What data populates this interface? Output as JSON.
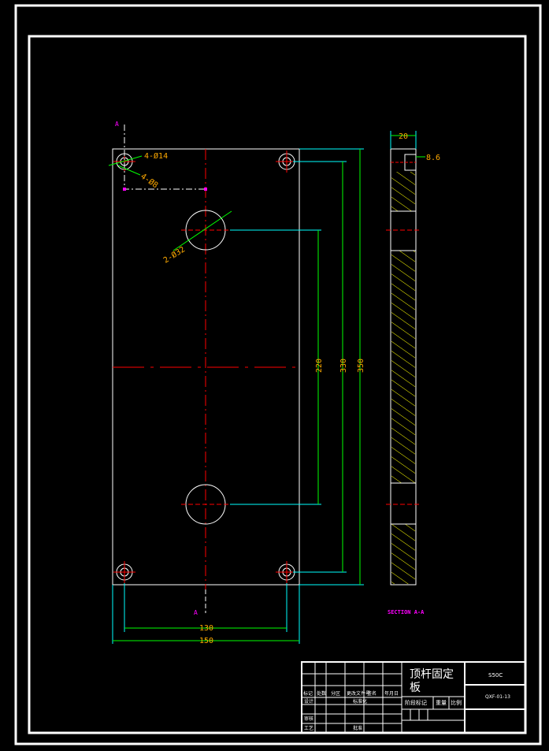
{
  "drawing": {
    "part_name_line1": "顶杆固定",
    "part_name_line2": "板",
    "material": "S50C",
    "drawing_number": "QXF-01-13",
    "section_label": "SECTION A-A",
    "section_mark": "A",
    "dimensions": {
      "holes_small": "4-Ø14",
      "counterbore": "4-Ø8",
      "holes_large": "2-Ø32",
      "d220": "220",
      "d330": "330",
      "d350": "350",
      "d130": "130",
      "d150": "150",
      "d20": "20",
      "d8_6": "8.6"
    },
    "title_block": {
      "col_labels": [
        "标记",
        "处数",
        "分区",
        "更改文件号",
        "签名",
        "年月日"
      ],
      "row_labels": [
        "设计",
        "标准化",
        "审核",
        "工艺",
        "批准"
      ],
      "stage_label": "阶段标记",
      "weight_label": "重量",
      "scale_label": "比例"
    },
    "colors": {
      "border": "#ffffff",
      "outline": "#ffffff",
      "centerline": "#ff0000",
      "dimension_line": "#00ff00",
      "extension_line": "#00ffff",
      "dim_text": "#ffaa00",
      "hatch": "#ffff00",
      "section_text": "#ff00ff"
    }
  }
}
